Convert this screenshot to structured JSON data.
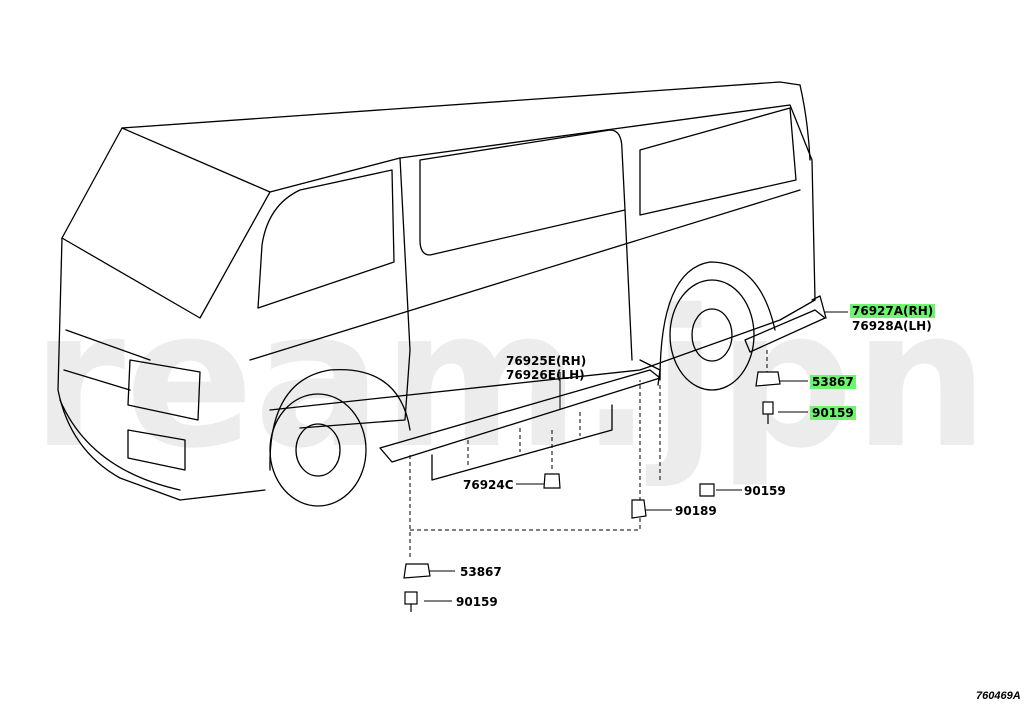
{
  "callouts": {
    "p76927A": "76927A(RH)",
    "p76928A": "76928A(LH)",
    "p53867_rear": "53867",
    "p90159_rear": "90159",
    "p76925E": "76925E(RH)",
    "p76926E": "76926E(LH)",
    "p76924C": "76924C",
    "p90159_mid": "90159",
    "p90189": "90189",
    "p53867_front": "53867",
    "p90159_front": "90159"
  },
  "watermark_text": "ream.jpn",
  "diagram_ref": "760469A",
  "highlight_color": "#6ef56e",
  "line_color": "#000000"
}
